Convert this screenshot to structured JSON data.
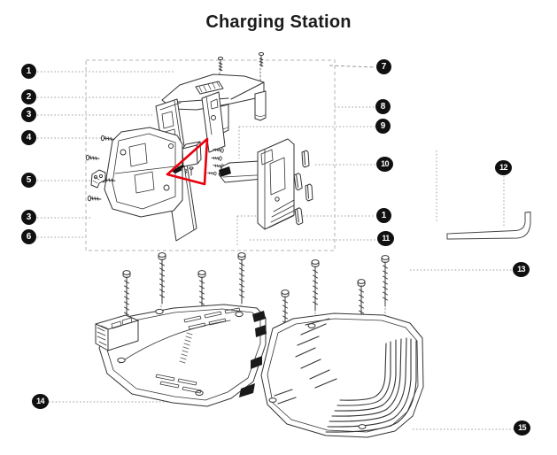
{
  "title": "Charging Station",
  "colors": {
    "line": "#333333",
    "highlight": "#e8000d",
    "badge_bg": "#101010",
    "badge_text": "#ffffff",
    "leader": "#9a9a9a"
  },
  "callouts": [
    {
      "label": "1"
    },
    {
      "label": "2"
    },
    {
      "label": "3"
    },
    {
      "label": "4"
    },
    {
      "label": "5"
    },
    {
      "label": "3"
    },
    {
      "label": "6"
    },
    {
      "label": "7"
    },
    {
      "label": "8"
    },
    {
      "label": "9"
    },
    {
      "label": "10"
    },
    {
      "label": "1"
    },
    {
      "label": "11"
    },
    {
      "label": "12"
    },
    {
      "label": "13"
    },
    {
      "label": "14"
    },
    {
      "label": "15"
    }
  ]
}
